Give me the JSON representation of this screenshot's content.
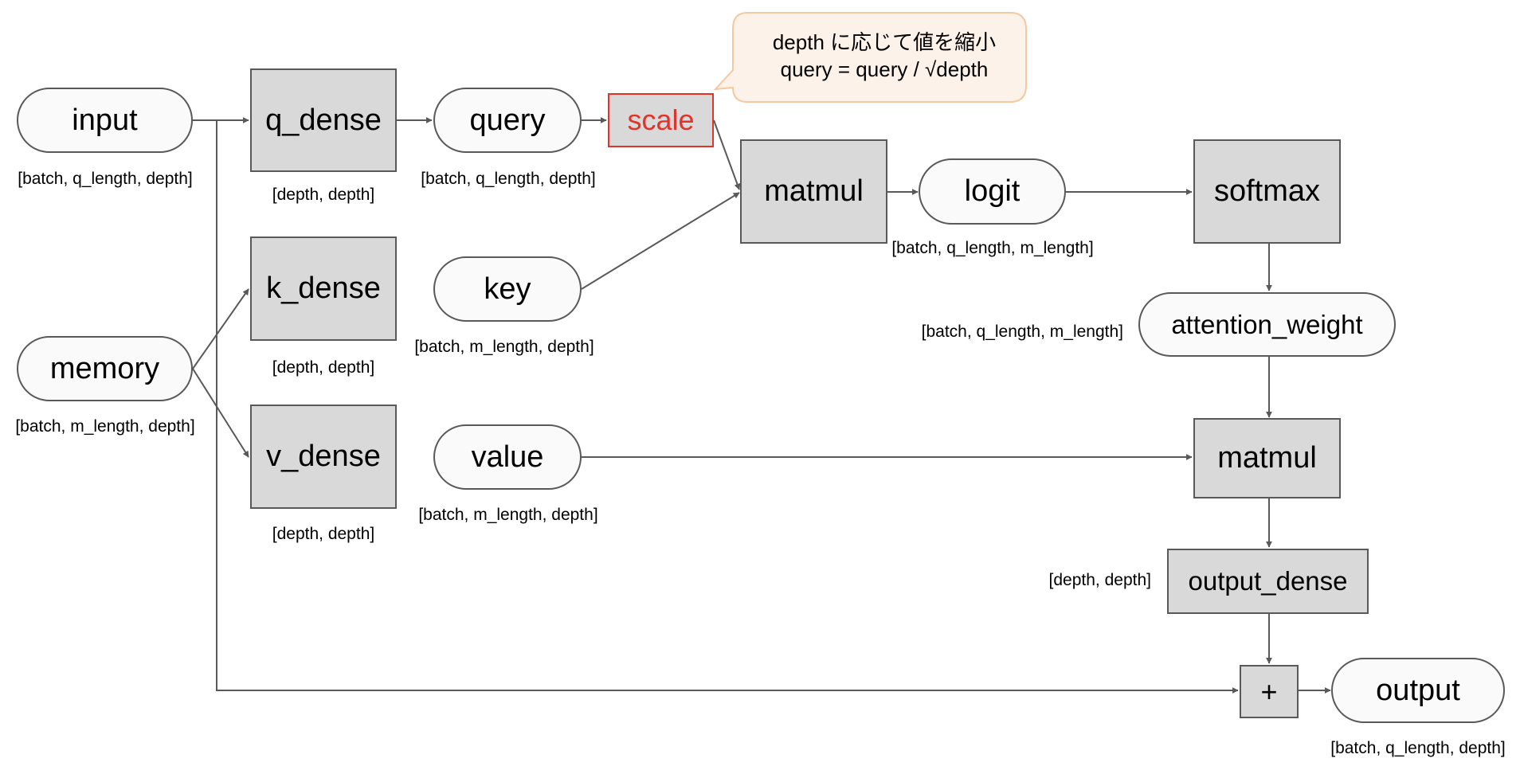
{
  "nodes": {
    "input": "input",
    "memory": "memory",
    "q_dense": "q_dense",
    "k_dense": "k_dense",
    "v_dense": "v_dense",
    "query": "query",
    "key": "key",
    "value": "value",
    "scale": "scale",
    "matmul1": "matmul",
    "logit": "logit",
    "softmax": "softmax",
    "attention_weight": "attention_weight",
    "matmul2": "matmul",
    "output_dense": "output_dense",
    "add": "+",
    "output": "output"
  },
  "shapes": {
    "input": "[batch, q_length, depth]",
    "memory": "[batch, m_length, depth]",
    "q_dense": "[depth, depth]",
    "k_dense": "[depth, depth]",
    "v_dense": "[depth, depth]",
    "query": "[batch, q_length, depth]",
    "key": "[batch, m_length, depth]",
    "value": "[batch, m_length, depth]",
    "logit": "[batch, q_length, m_length]",
    "attention_weight": "[batch, q_length, m_length]",
    "output_dense": "[depth, depth]",
    "output": "[batch, q_length, depth]"
  },
  "callout": {
    "line1": "depth に応じて値を縮小",
    "line2": "query = query / √depth"
  },
  "colors": {
    "operation_fill": "#d9d9d9",
    "tensor_fill": "#fafafa",
    "stroke": "#595959",
    "highlight": "#e0342b",
    "callout_fill": "#fdf2e9",
    "callout_stroke": "#f5c8a0"
  }
}
